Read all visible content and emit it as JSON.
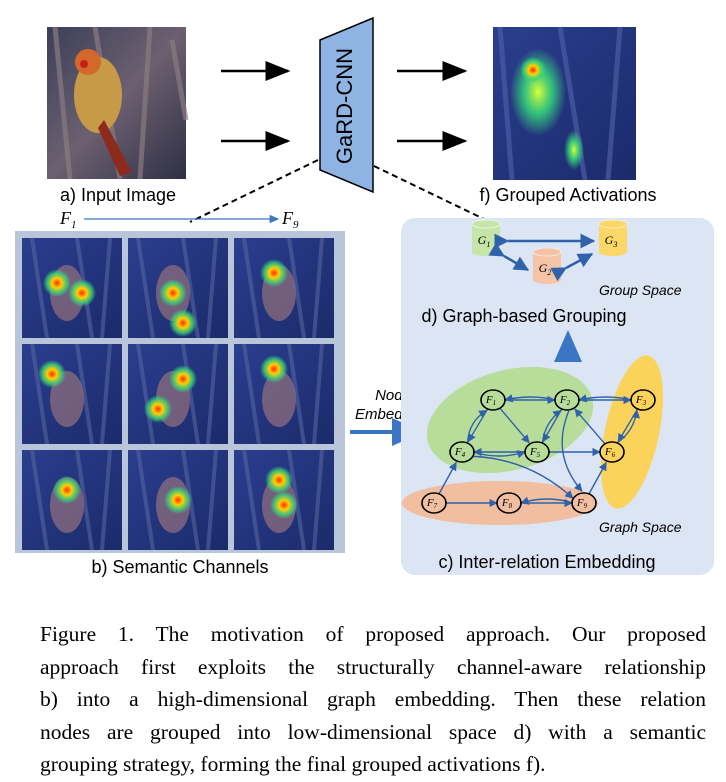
{
  "labels": {
    "input_image": "a) Input Image",
    "semantic_channels": "b) Semantic Channels",
    "inter_relation": "c) Inter-relation Embedding",
    "graph_grouping": "d) Graph-based Grouping",
    "grouped_activations": "f) Grouped Activations",
    "network": "GaRD-CNN",
    "group_space": "Group Space",
    "graph_space": "Graph Space",
    "node_embedding_1": "Node",
    "node_embedding_2": "Embedding",
    "f_first": "F",
    "f_first_sub": "1",
    "f_last": "F",
    "f_last_sub": "9"
  },
  "groups": [
    {
      "letter": "G",
      "sub": "1",
      "color": "#c5e6a8"
    },
    {
      "letter": "G",
      "sub": "2",
      "color": "#f5c4a6"
    },
    {
      "letter": "G",
      "sub": "3",
      "color": "#fbd767"
    }
  ],
  "nodes": [
    {
      "letter": "F",
      "sub": "1"
    },
    {
      "letter": "F",
      "sub": "2"
    },
    {
      "letter": "F",
      "sub": "3"
    },
    {
      "letter": "F",
      "sub": "4"
    },
    {
      "letter": "F",
      "sub": "5"
    },
    {
      "letter": "F",
      "sub": "6"
    },
    {
      "letter": "F",
      "sub": "7"
    },
    {
      "letter": "F",
      "sub": "8"
    },
    {
      "letter": "F",
      "sub": "9"
    }
  ],
  "caption_lines": [
    "Figure 1. The motivation of proposed approach.  Our proposed",
    "approach first exploits the structurally channel-aware relationship",
    "b) into a high-dimensional graph embedding. Then these relation",
    "nodes are grouped into low-dimensional space d) with a semantic",
    "grouping strategy, forming the final grouped activations f)."
  ],
  "colors": {
    "panel_bg": "#dce5f3",
    "arrow_blue": "#3a76c4",
    "trapezoid": "#8fb4e3",
    "green_region": "#b8dd9a",
    "orange_region": "#f1bfa0",
    "yellow_region": "#fbd25a"
  }
}
